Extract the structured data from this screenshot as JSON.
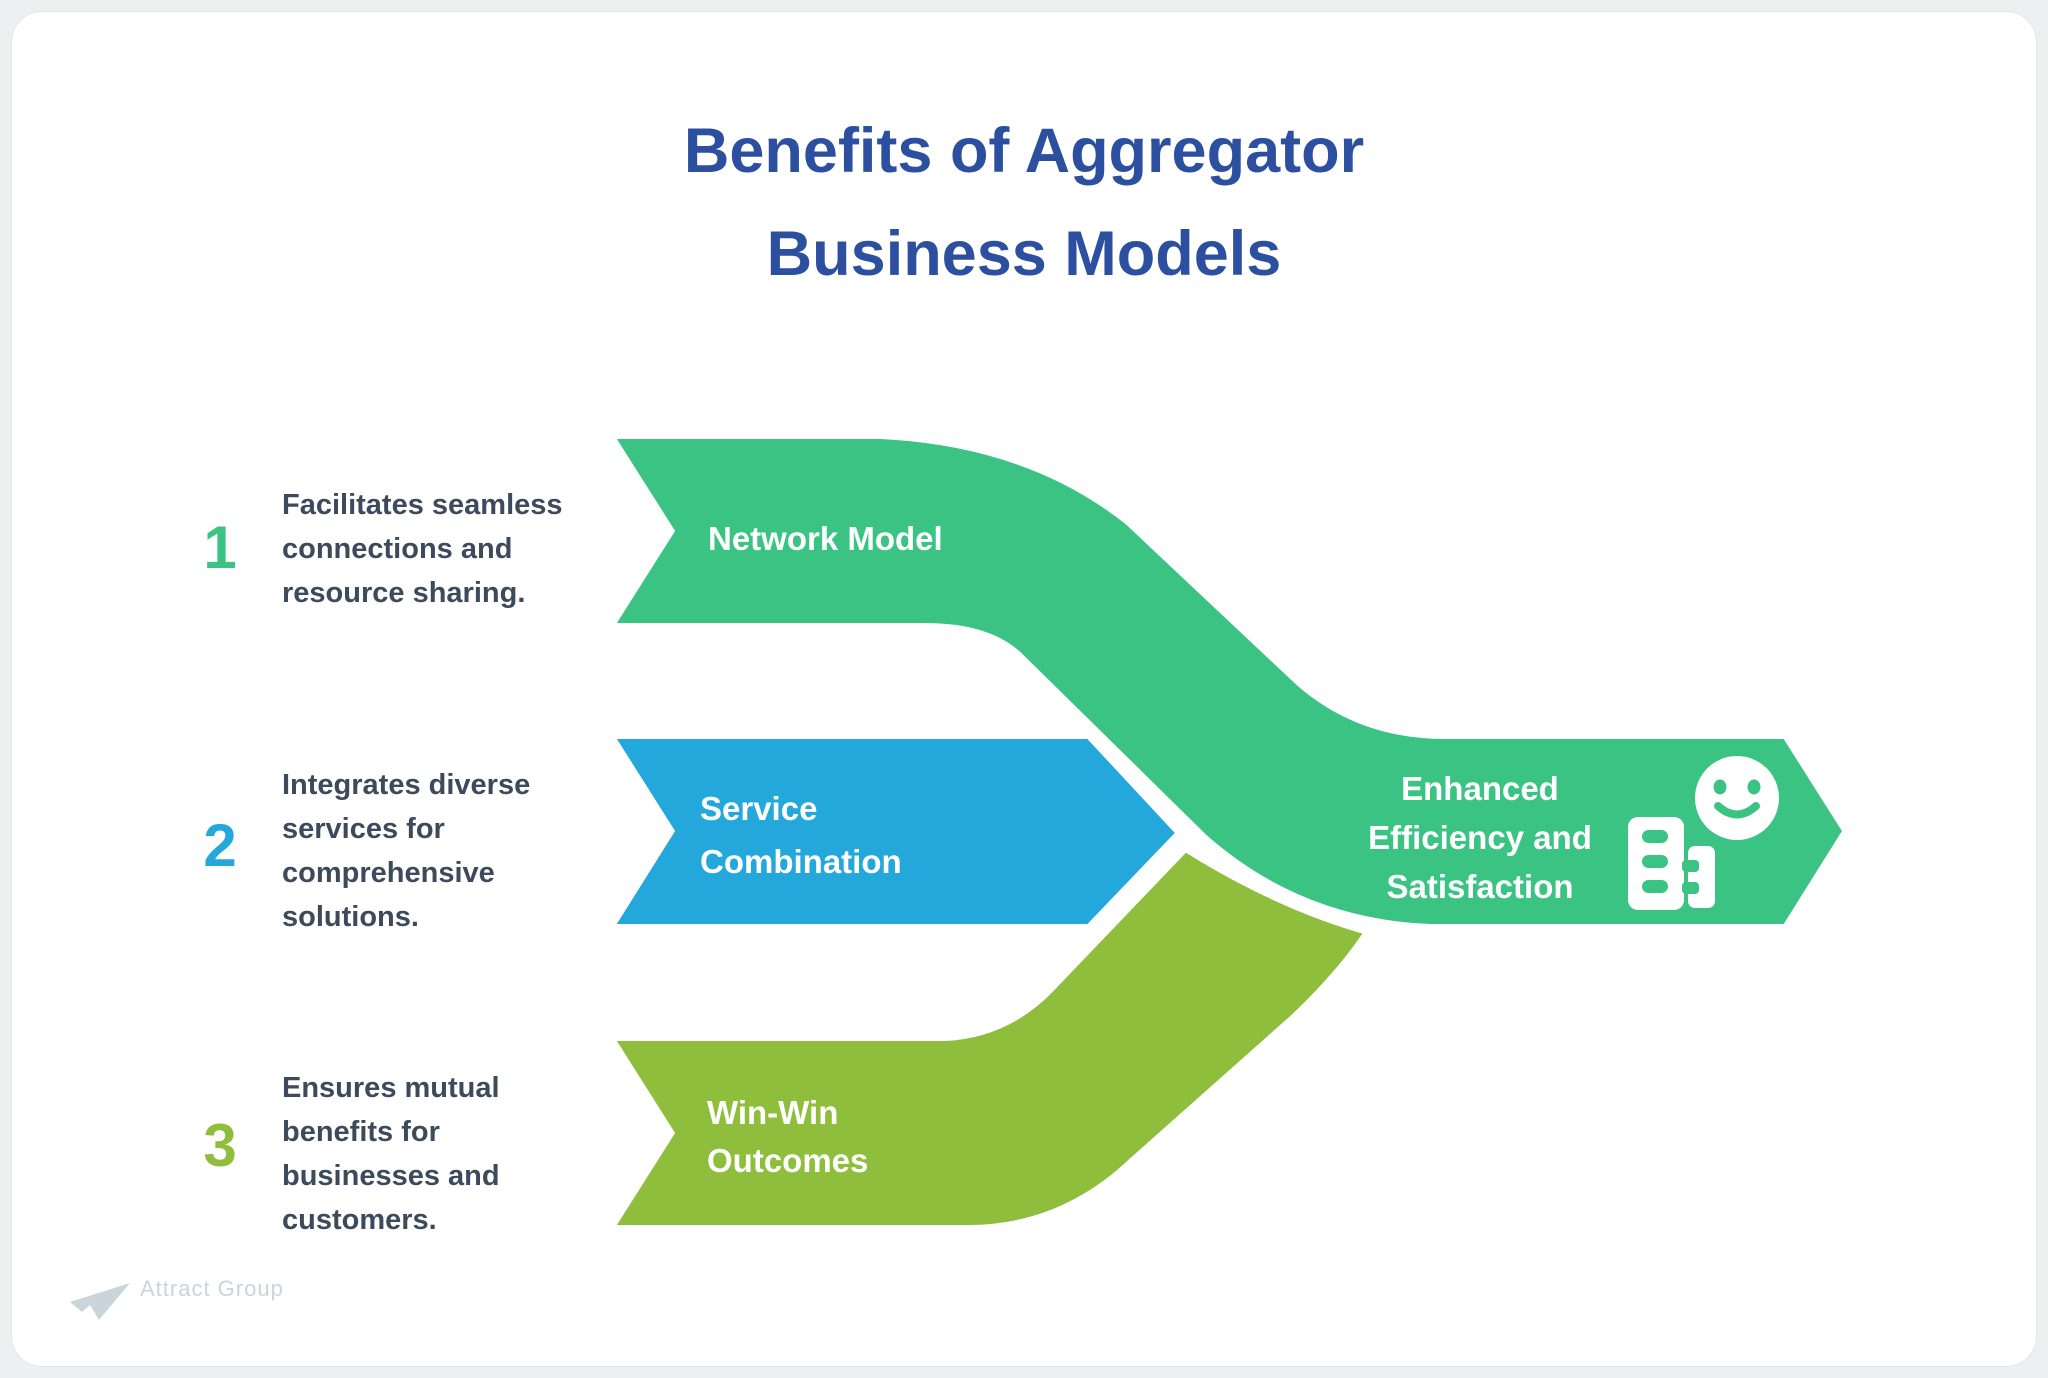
{
  "title": {
    "line1": "Benefits of Aggregator",
    "line2": "Business Models",
    "color": "#2C4FA0"
  },
  "items": [
    {
      "number": "1",
      "number_color": "#3BC384",
      "lines": [
        "Facilitates seamless",
        "connections and",
        "resource sharing."
      ]
    },
    {
      "number": "2",
      "number_color": "#24A8DB",
      "lines": [
        "Integrates diverse",
        "services for",
        "comprehensive",
        "solutions."
      ]
    },
    {
      "number": "3",
      "number_color": "#8EBE3C",
      "lines": [
        "Ensures mutual",
        "benefits for",
        "businesses and",
        "customers."
      ]
    }
  ],
  "bands": [
    {
      "name": "Network Model",
      "color": "#3BC384",
      "lines": [
        "Network Model"
      ]
    },
    {
      "name": "Service Combination",
      "color": "#24A8DB",
      "lines": [
        "Service",
        "Combination"
      ]
    },
    {
      "name": "Win-Win Outcomes",
      "color": "#8EBE3C",
      "lines": [
        "Win-Win",
        "Outcomes"
      ]
    }
  ],
  "outcome": {
    "color": "#3BC384",
    "lines": [
      "Enhanced",
      "Efficiency and",
      "Satisfaction"
    ],
    "icons": [
      "buildings-icon",
      "smiley-icon"
    ]
  },
  "footer": {
    "brand": "Attract Group",
    "color": "#C9D5DB"
  },
  "text_color": "#3D4A5C"
}
